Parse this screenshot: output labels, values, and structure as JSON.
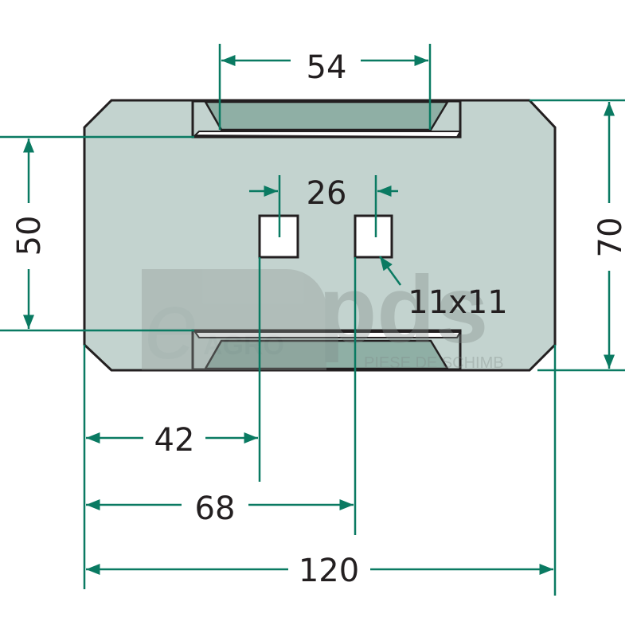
{
  "dimensions": {
    "slot_width": "54",
    "height_total": "70",
    "slot_spacing": "50",
    "hole_spacing": "26",
    "hole_size": "11x11",
    "hole1_offset": "42",
    "hole2_offset": "68",
    "width_total": "120"
  },
  "watermark": {
    "brand_e": "e",
    "brand_agro": "AGRO",
    "brand_pds": "pds",
    "tagline": "PIESE DE SCHIMB"
  },
  "colors": {
    "dimension": "#0a7a62",
    "plate": "#c3d3cf",
    "slot": "#8fafa5",
    "outline": "#231f20"
  }
}
